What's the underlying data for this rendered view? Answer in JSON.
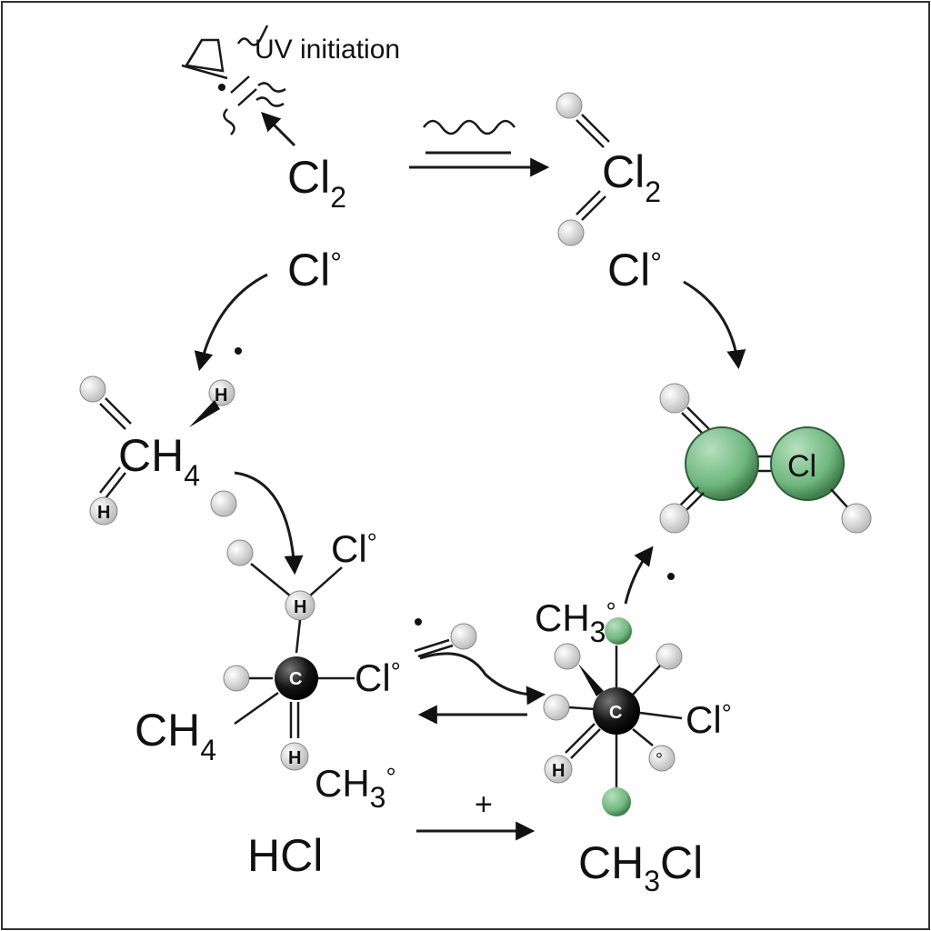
{
  "header": {
    "uv_label": "UV initiation"
  },
  "labels": {
    "cl": "Cl",
    "sub_2": "2",
    "sub_3": "3",
    "sub_4": "4",
    "radical_mark": "°",
    "ch": "CH",
    "h": "H",
    "c": "C",
    "plus": "+",
    "hcl": "HCl",
    "ch3cl_ch": "CH",
    "ch3cl_cl": "Cl"
  },
  "colors": {
    "ink": "#111111",
    "hydrogen": "#e6e6e6",
    "carbon": "#111111",
    "chlorine_green": "#6fb77e",
    "chlorine_dark": "#3f7d4c"
  },
  "icons": [
    "lamp-icon",
    "uv-wave-icon",
    "radical-dot"
  ]
}
